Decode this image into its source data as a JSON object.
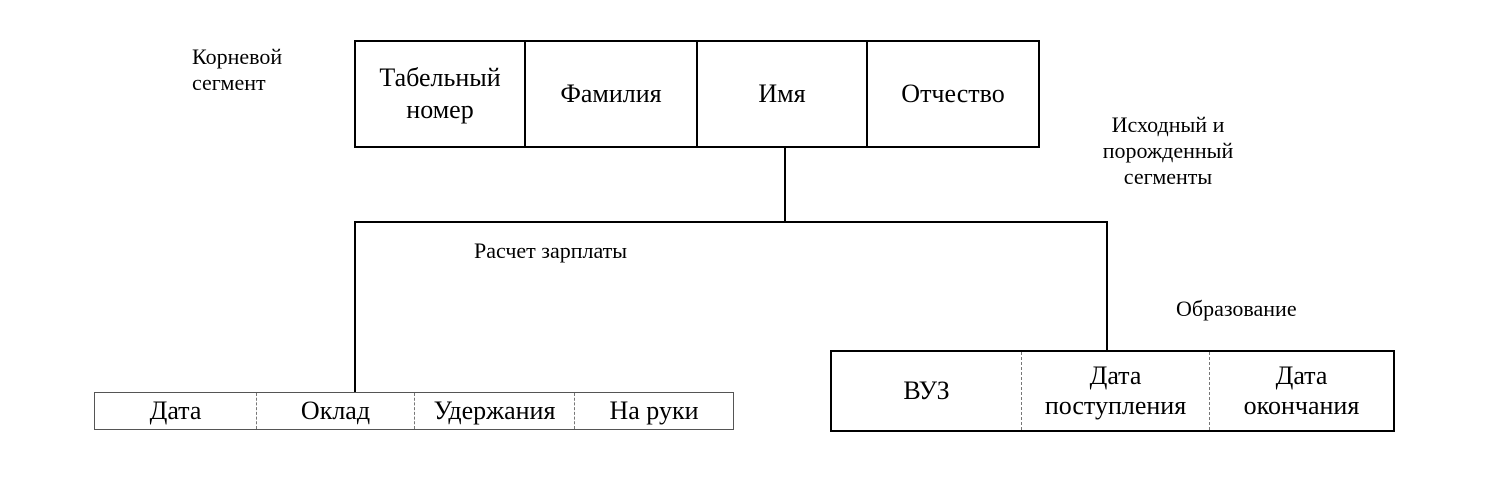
{
  "labels": {
    "root_line1": "Корневой",
    "root_line2": "сегмент",
    "source_line1": "Исходный и",
    "source_line2": "порожденный",
    "source_line3": "сегменты",
    "salary": "Расчет зарплаты",
    "education": "Образование"
  },
  "root_segment": {
    "fields": {
      "f1_line1": "Табельный",
      "f1_line2": "номер",
      "f2": "Фамилия",
      "f3": "Имя",
      "f4": "Отчество"
    }
  },
  "salary_segment": {
    "fields": {
      "f1": "Дата",
      "f2": "Оклад",
      "f3": "Удержания",
      "f4": "На руки"
    }
  },
  "education_segment": {
    "fields": {
      "f1": "ВУЗ",
      "f2_line1": "Дата",
      "f2_line2": "поступления",
      "f3_line1": "Дата",
      "f3_line2": "окончания"
    }
  }
}
